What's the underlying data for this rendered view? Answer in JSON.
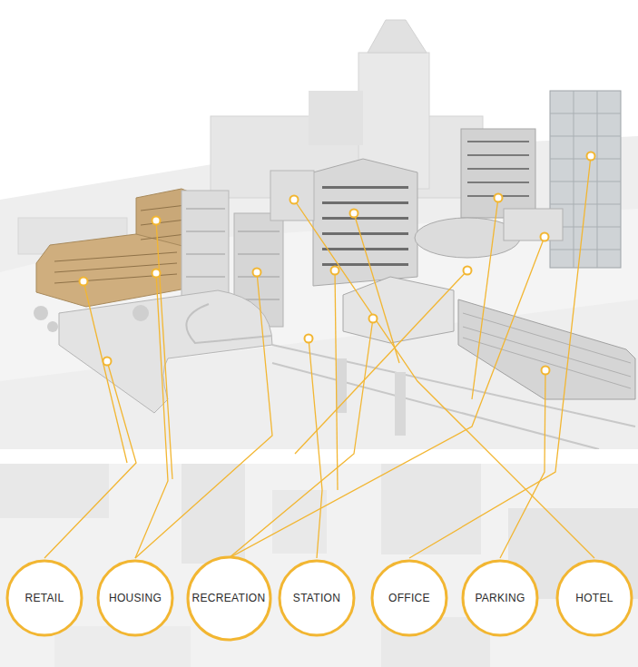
{
  "diagram": {
    "nodes": [
      {
        "text": [
          "RETAIL"
        ]
      },
      {
        "text": [
          "HOUSING"
        ]
      },
      {
        "text": [
          "RECREATION"
        ]
      },
      {
        "text": [
          "STATION"
        ]
      },
      {
        "text": [
          "OFFICE"
        ]
      },
      {
        "text": [
          "PARKING"
        ]
      },
      {
        "text": [
          "HOTEL"
        ]
      }
    ]
  }
}
